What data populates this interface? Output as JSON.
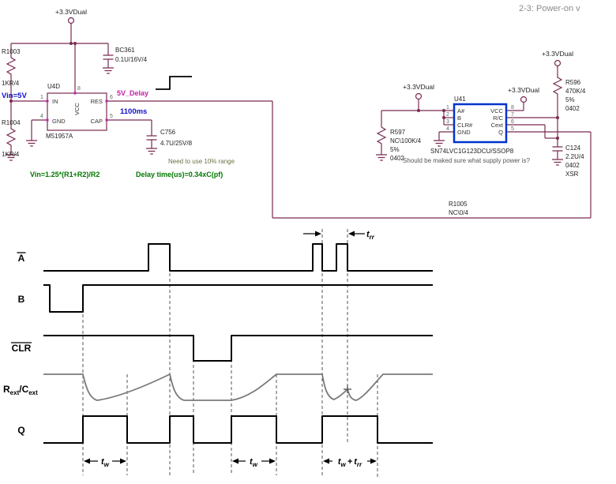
{
  "header": {
    "title": "2-3: Power-on v"
  },
  "colors": {
    "wire": "#7a2b50",
    "chip": "#0033cc",
    "magenta": "#c322a8",
    "blue": "#1111cc",
    "green": "#007700",
    "note": "#6e6e46",
    "gray": "#8a8a8a",
    "wave": "#000000",
    "curve": "#7a7a7a"
  },
  "schematic": {
    "power_net": "+3.3VDual",
    "r1003": {
      "ref": "R1003",
      "value": "1KR/4"
    },
    "r1004": {
      "ref": "R1004",
      "value": "1KR/4"
    },
    "u4d": {
      "ref": "U4D",
      "part": "M51957A",
      "pin_in": "IN",
      "pin_vcc": "VCC",
      "pin_res": "RES",
      "pin_gnd": "GND",
      "pin_cap": "CAP",
      "num_in": "1",
      "num_vcc": "8",
      "num_res": "6",
      "num_gnd": "4",
      "num_cap": "5"
    },
    "bc361": {
      "ref": "BC361",
      "value": "0.1U/16V/4"
    },
    "c756": {
      "ref": "C756",
      "value": "4.7U/25V/8"
    },
    "vin_label": "Vin=5V",
    "net_5v_delay": "5V_Delay",
    "delay_value": "1100ms",
    "note_range": "Need to use 10% range",
    "formula_vin": "Vin=1.25*(R1+R2)/R2",
    "formula_delay": "Delay time(us)=0.34xC(pf)",
    "u41": {
      "ref": "U41",
      "part": "SN74LVC1G123DCU/SSOP8",
      "pin_a": "A#",
      "pin_b": "B",
      "pin_clr": "CLR#",
      "pin_gnd": "GND",
      "pin_vcc": "VCC",
      "pin_rc": "R/C",
      "pin_cext": "Cext",
      "pin_q": "Q",
      "num_a": "1",
      "num_b": "2",
      "num_clr": "3",
      "num_gnd": "4",
      "num_vcc": "8",
      "num_rc": "7",
      "num_cext": "6",
      "num_q": "5"
    },
    "note_supply": "Should be maked sure what supply power is?",
    "r597": {
      "ref": "R597",
      "value": "NC\\100K/4",
      "tol": "5%",
      "size": "0402"
    },
    "r596": {
      "ref": "R596",
      "value": "470K/4",
      "tol": "5%",
      "size": "0402"
    },
    "c124": {
      "ref": "C124",
      "value": "2.2U/4",
      "size": "0402",
      "dielectric": "XSR"
    },
    "r1005": {
      "ref": "R1005",
      "value": "NC\\0/4"
    }
  },
  "timing": {
    "sig_a": "A",
    "sig_b": "B",
    "sig_clr": "CLR",
    "sig_q": "Q",
    "rc_r": "R",
    "rc_rsub": "ext",
    "rc_slash": "/C",
    "rc_csub": "ext",
    "t": "t",
    "sub_w": "w",
    "sub_rr": "rr",
    "plus": "+"
  }
}
